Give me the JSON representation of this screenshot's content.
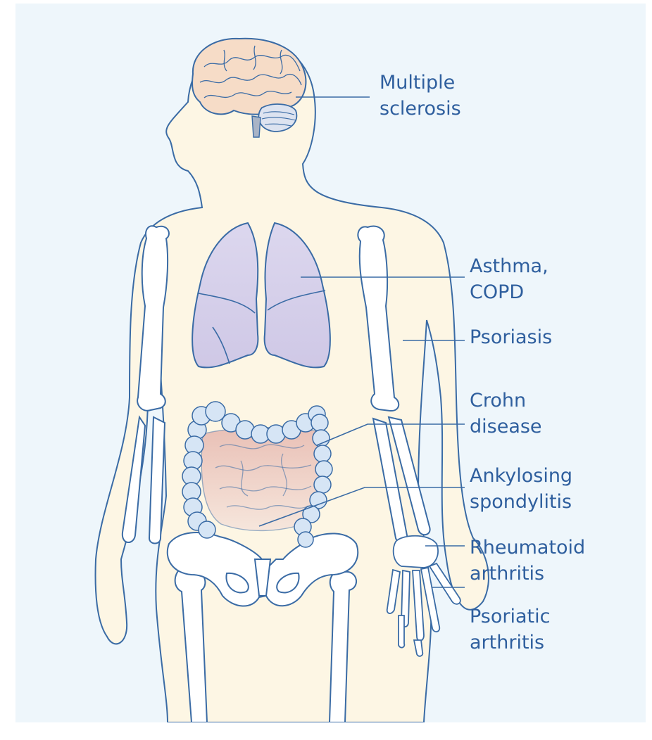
{
  "colors": {
    "background": "#eef6fb",
    "body_fill": "#fdf6e4",
    "outline": "#3a6ba5",
    "bone_fill": "#ffffff",
    "brain_fill": "#f6dcc7",
    "lung_fill": "#d7d2ea",
    "intestine_fill": "#ecc9c0",
    "colon_fill": "#cfe0f3",
    "label_text": "#2f5f9e"
  },
  "labels": [
    {
      "id": "ms",
      "lines": [
        "Multiple",
        "sclerosis"
      ],
      "organ": "brain-icon"
    },
    {
      "id": "asthma",
      "lines": [
        "Asthma,",
        "COPD"
      ],
      "organ": "lungs-icon"
    },
    {
      "id": "psoriasis",
      "lines": [
        "Psoriasis"
      ],
      "organ": "skin"
    },
    {
      "id": "crohn",
      "lines": [
        "Crohn",
        "disease"
      ],
      "organ": "intestine-icon"
    },
    {
      "id": "as",
      "lines": [
        "Ankylosing",
        "spondylitis"
      ],
      "organ": "spine"
    },
    {
      "id": "ra",
      "lines": [
        "Rheumatoid",
        "arthritis"
      ],
      "organ": "hand-joints"
    },
    {
      "id": "psa",
      "lines": [
        "Psoriatic",
        "arthritis"
      ],
      "organ": "finger-joints"
    }
  ]
}
